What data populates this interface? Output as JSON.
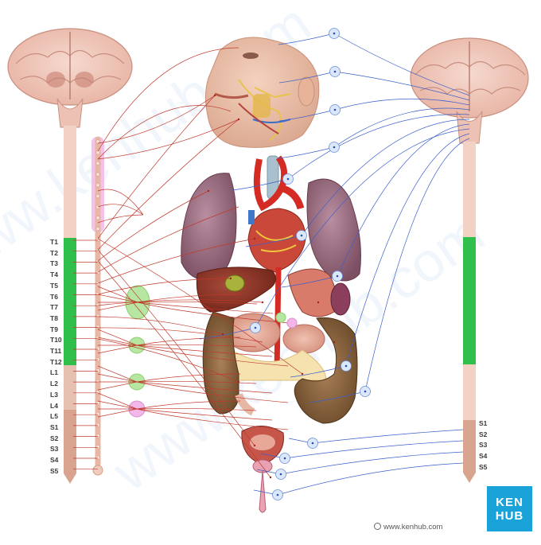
{
  "labels": {
    "left_spinal": [
      "T1",
      "T2",
      "T3",
      "T4",
      "T5",
      "T6",
      "T7",
      "T8",
      "T9",
      "T10",
      "T11",
      "T12",
      "L1",
      "L2",
      "L3",
      "L4",
      "L5",
      "S1",
      "S2",
      "S3",
      "S4",
      "S5"
    ],
    "right_sacral": [
      "S1",
      "S2",
      "S3",
      "S4",
      "S5"
    ]
  },
  "brand": {
    "logo_line1": "KEN",
    "logo_line2": "HUB",
    "url": "www.kenhub.com",
    "watermark": "www.kenhub.com",
    "logo_color": "#1aa3d9"
  },
  "colors": {
    "sympathetic_nerve": "#c0392b",
    "parasympathetic_nerve": "#3b5fc9",
    "thoracolumbar_highlight": "#2fbf4a",
    "cord": "#f3d2c6",
    "lumbar_cord": "#dcb09c",
    "ganglion_green": "#b6e6a1",
    "ganglion_pink": "#f2b6e8"
  }
}
